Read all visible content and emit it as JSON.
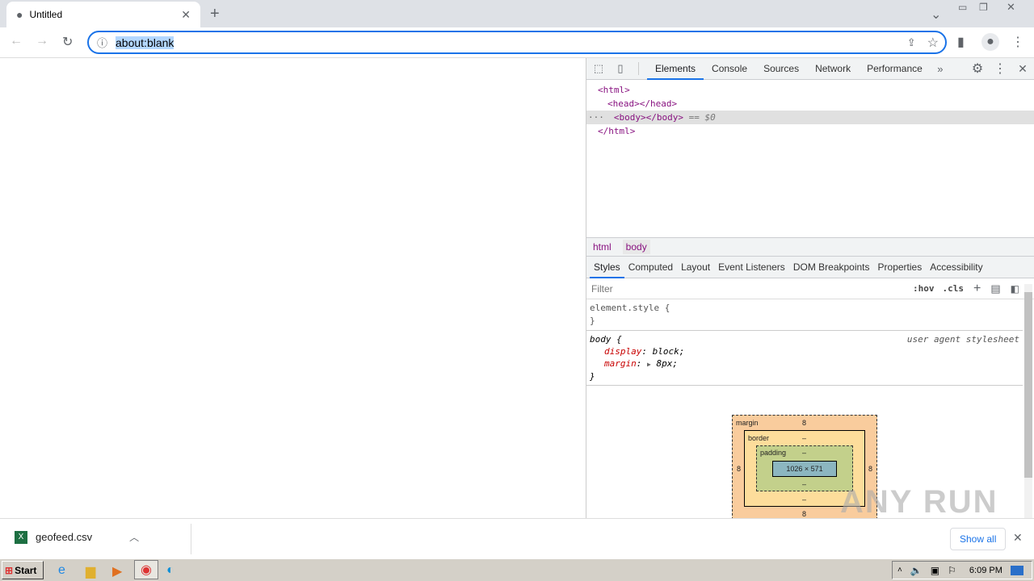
{
  "browser": {
    "tab_title": "Untitled",
    "url": "about:blank"
  },
  "devtools": {
    "tabs": [
      "Elements",
      "Console",
      "Sources",
      "Network",
      "Performance"
    ],
    "dom": {
      "html_open": "<html>",
      "head": "<head></head>",
      "body": "<body></body>",
      "body_suffix": "== $0",
      "html_close": "</html>"
    },
    "breadcrumbs": [
      "html",
      "body"
    ],
    "subtabs": [
      "Styles",
      "Computed",
      "Layout",
      "Event Listeners",
      "DOM Breakpoints",
      "Properties",
      "Accessibility"
    ],
    "filter_placeholder": "Filter",
    "hov": ":hov",
    "cls": ".cls",
    "rules": {
      "element_style": "element.style {",
      "close": "}",
      "body_selector": "body {",
      "source": "user agent stylesheet",
      "prop1": "display",
      "val1": "block;",
      "prop2": "margin",
      "val2": "8px;"
    },
    "boxmodel": {
      "margin_label": "margin",
      "border_label": "border",
      "padding_label": "padding",
      "margin_top": "8",
      "margin_bottom": "8",
      "margin_left": "8",
      "margin_right": "8",
      "dash": "–",
      "content": "1026 × 571"
    }
  },
  "downloads": {
    "file": "geofeed.csv",
    "show_all": "Show all"
  },
  "taskbar": {
    "start": "Start",
    "time": "6:09 PM"
  },
  "watermark": "ANY RUN"
}
